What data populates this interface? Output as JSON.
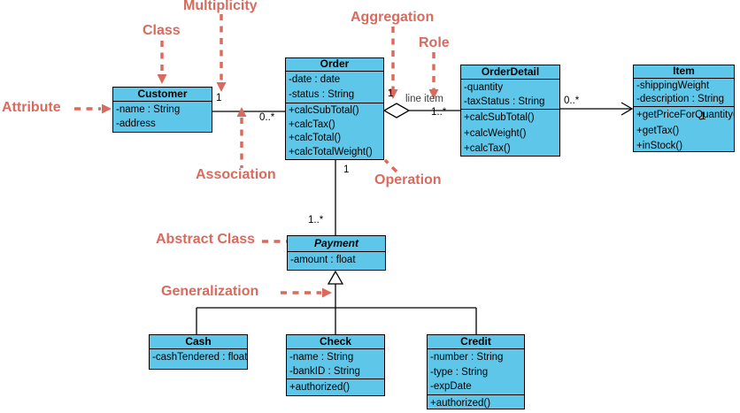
{
  "diagram_type": "UML class diagram",
  "colors": {
    "class_fill": "#5ec6e9",
    "class_border": "#000000",
    "annotation": "#d96a5e",
    "wire": "#000000"
  },
  "classes": {
    "customer": {
      "name": "Customer",
      "attributes": [
        "-name : String",
        "-address"
      ],
      "operations": []
    },
    "order": {
      "name": "Order",
      "attributes": [
        "-date : date",
        "-status : String"
      ],
      "operations": [
        "+calcSubTotal()",
        "+calcTax()",
        "+calcTotal()",
        "+calcTotalWeight()"
      ]
    },
    "orderDetail": {
      "name": "OrderDetail",
      "attributes": [
        "-quantity",
        "-taxStatus : String"
      ],
      "operations": [
        "+calcSubTotal()",
        "+calcWeight()",
        "+calcTax()"
      ]
    },
    "item": {
      "name": "Item",
      "attributes": [
        "-shippingWeight",
        "-description : String"
      ],
      "operations": [
        "+getPriceForQuantity()",
        "+getTax()",
        "+inStock()"
      ]
    },
    "payment": {
      "name": "Payment",
      "abstract": true,
      "attributes": [
        "-amount : float"
      ],
      "operations": []
    },
    "cash": {
      "name": "Cash",
      "attributes": [
        "-cashTendered : float"
      ],
      "operations": []
    },
    "check": {
      "name": "Check",
      "attributes": [
        "-name : String",
        "-bankID : String"
      ],
      "operations": [
        "+authorized()"
      ]
    },
    "credit": {
      "name": "Credit",
      "attributes": [
        "-number : String",
        "-type : String",
        "-expDate"
      ],
      "operations": [
        "+authorized()"
      ]
    }
  },
  "edge_labels": {
    "customer_side": "1",
    "order_side": "0..*",
    "aggregation_order_side": "1",
    "role": "line item",
    "aggregation_detail_side": "1..*",
    "detail_side": "0..*",
    "item_side": "1",
    "payment_order_side": "1",
    "payment_side": "1..*"
  },
  "annotations": {
    "multiplicity": "Multiplicity",
    "class": "Class",
    "aggregation": "Aggregation",
    "role": "Role",
    "attribute": "Attribute",
    "association": "Association",
    "operation": "Operation",
    "abstract_class": "Abstract Class",
    "generalization": "Generalization"
  }
}
